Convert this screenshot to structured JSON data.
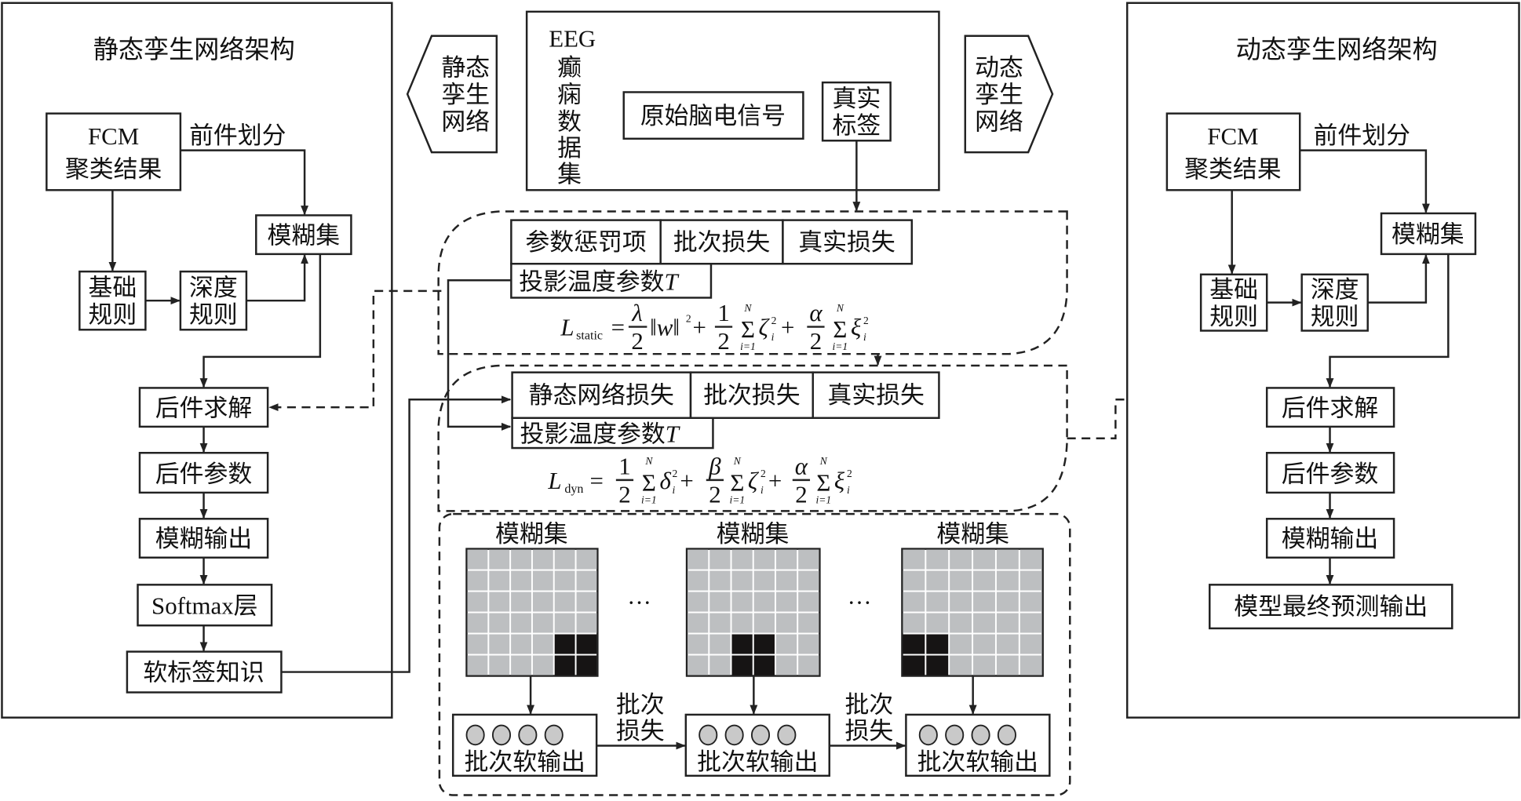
{
  "left_panel": {
    "title": "静态孪生网络架构",
    "fcm_line1": "FCM",
    "fcm_line2": "聚类结果",
    "antecedent_label": "前件划分",
    "fuzzy_set": "模糊集",
    "basic_rule_1": "基础",
    "basic_rule_2": "规则",
    "deep_rule_1": "深度",
    "deep_rule_2": "规则",
    "consequent_solve": "后件求解",
    "consequent_params": "后件参数",
    "fuzzy_output": "模糊输出",
    "softmax": "Softmax层",
    "soft_label": "软标签知识"
  },
  "static_arrow": {
    "l1": "静态",
    "l2": "孪生",
    "l3": "网络"
  },
  "dynamic_arrow": {
    "l1": "动态",
    "l2": "孪生",
    "l3": "网络"
  },
  "dataset": {
    "eeg": "EEG",
    "vertical": [
      "癫",
      "痫",
      "数",
      "据",
      "集"
    ],
    "raw_signal": "原始脑电信号",
    "true_label_1": "真实",
    "true_label_2": "标签"
  },
  "static_loss": {
    "param_penalty": "参数惩罚项",
    "batch_loss": "批次损失",
    "true_loss": "真实损失",
    "temp_param": "投影温度参数",
    "T": "T",
    "formula": {
      "L": "L",
      "sub": "static",
      "eq": "=",
      "lambda": "λ",
      "two": "2",
      "one": "1",
      "norm": "‖w‖",
      "sq": "2",
      "plus": "+",
      "sigma": "Σ",
      "N": "N",
      "i1": "i=1",
      "zeta": "ζ",
      "xi": "ξ",
      "i": "i",
      "alpha": "α"
    }
  },
  "dyn_loss": {
    "static_net_loss": "静态网络损失",
    "batch_loss": "批次损失",
    "true_loss": "真实损失",
    "temp_param": "投影温度参数",
    "T": "T",
    "formula": {
      "L": "L",
      "sub": "dyn",
      "eq": "=",
      "one": "1",
      "two": "2",
      "beta": "β",
      "alpha": "α",
      "plus": "+",
      "sigma": "Σ",
      "N": "N",
      "i1": "i=1",
      "delta": "δ",
      "zeta": "ζ",
      "xi": "ξ",
      "i": "i",
      "sq": "2"
    }
  },
  "batch_section": {
    "fuzzy_set": "模糊集",
    "ellipsis": "···",
    "soft_output": "批次软输出",
    "batch_1": "批次",
    "loss_1": "损失"
  },
  "right_panel": {
    "title": "动态孪生网络架构",
    "fcm_line1": "FCM",
    "fcm_line2": "聚类结果",
    "antecedent_label": "前件划分",
    "fuzzy_set": "模糊集",
    "basic_rule_1": "基础",
    "basic_rule_2": "规则",
    "deep_rule_1": "深度",
    "deep_rule_2": "规则",
    "consequent_solve": "后件求解",
    "consequent_params": "后件参数",
    "fuzzy_output": "模糊输出",
    "final_output": "模型最终预测输出"
  }
}
